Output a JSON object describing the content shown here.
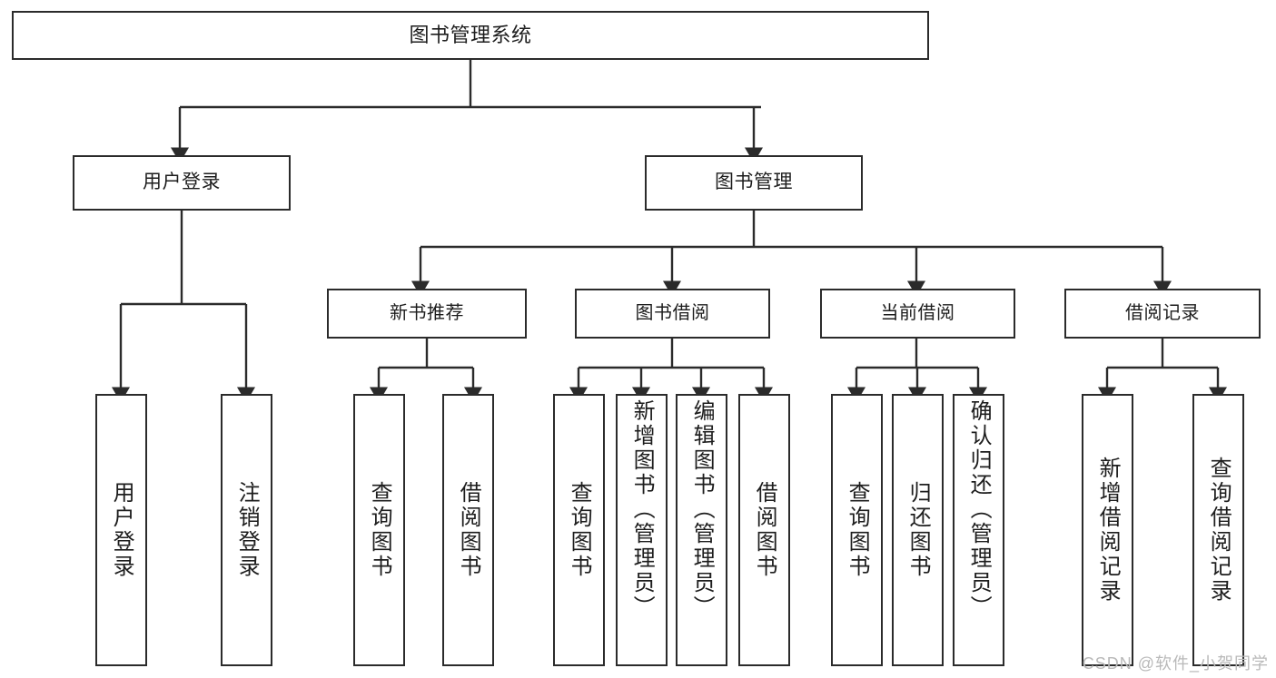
{
  "diagram": {
    "type": "tree-hierarchy-chart",
    "title": "图书管理系统",
    "watermark": "CSDN @软件_小贺同学",
    "colors": {
      "stroke": "#2b2b2b",
      "fill": "#ffffff",
      "text": "#1d1d1d",
      "watermark": "#b9b9b9"
    }
  },
  "nodes": {
    "root": {
      "label": "图书管理系统",
      "level": 1
    },
    "level2": [
      {
        "id": "user-login",
        "label": "用户登录"
      },
      {
        "id": "book-manage",
        "label": "图书管理"
      }
    ],
    "level3": [
      {
        "id": "new-book-recommend",
        "label": "新书推荐",
        "parent": "book-manage"
      },
      {
        "id": "book-borrow",
        "label": "图书借阅",
        "parent": "book-manage"
      },
      {
        "id": "current-borrow",
        "label": "当前借阅",
        "parent": "book-manage"
      },
      {
        "id": "borrow-record",
        "label": "借阅记录",
        "parent": "book-manage"
      }
    ],
    "leaves": {
      "user_login": [
        {
          "id": "leaf-user-login",
          "label": "用户登录"
        },
        {
          "id": "leaf-logout",
          "label": "注销登录"
        }
      ],
      "new_book_recommend": [
        {
          "id": "leaf-query-book-1",
          "label": "查询图书"
        },
        {
          "id": "leaf-borrow-book-1",
          "label": "借阅图书"
        }
      ],
      "book_borrow": [
        {
          "id": "leaf-query-book-2",
          "label": "查询图书"
        },
        {
          "id": "leaf-add-book",
          "label": "新增图书（管理员）"
        },
        {
          "id": "leaf-edit-book",
          "label": "编辑图书（管理员）"
        },
        {
          "id": "leaf-borrow-book-2",
          "label": "借阅图书"
        }
      ],
      "current_borrow": [
        {
          "id": "leaf-query-book-3",
          "label": "查询图书"
        },
        {
          "id": "leaf-return-book",
          "label": "归还图书"
        },
        {
          "id": "leaf-confirm-return",
          "label": "确认归还（管理员）"
        }
      ],
      "borrow_record": [
        {
          "id": "leaf-add-record",
          "label": "新增借阅记录"
        },
        {
          "id": "leaf-query-record",
          "label": "查询借阅记录"
        }
      ]
    }
  }
}
